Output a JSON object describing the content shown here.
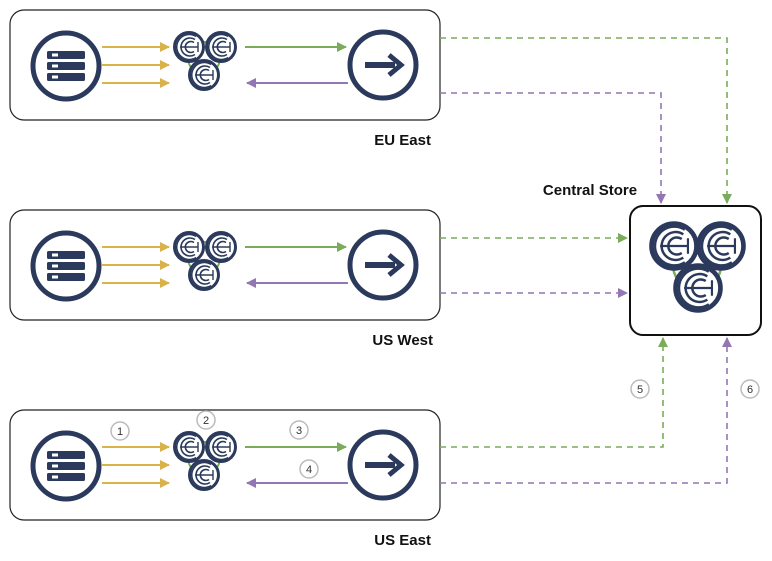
{
  "regions": [
    {
      "label": "EU East"
    },
    {
      "label": "US West"
    },
    {
      "label": "US East"
    }
  ],
  "central_store": {
    "label": "Central Store"
  },
  "steps": [
    "1",
    "2",
    "3",
    "4",
    "5",
    "6"
  ],
  "icons": {
    "server": "server-icon",
    "cluster": "cockroach-cluster-icon",
    "forward": "arrow-right-icon"
  },
  "colors": {
    "box_border": "#222222",
    "icon_navy": "#2b3a5c",
    "arrow_yellow": "#d9b34a",
    "arrow_green": "#7aac5a",
    "arrow_purple": "#9277b2",
    "step_circle": "#bbbbbb"
  }
}
